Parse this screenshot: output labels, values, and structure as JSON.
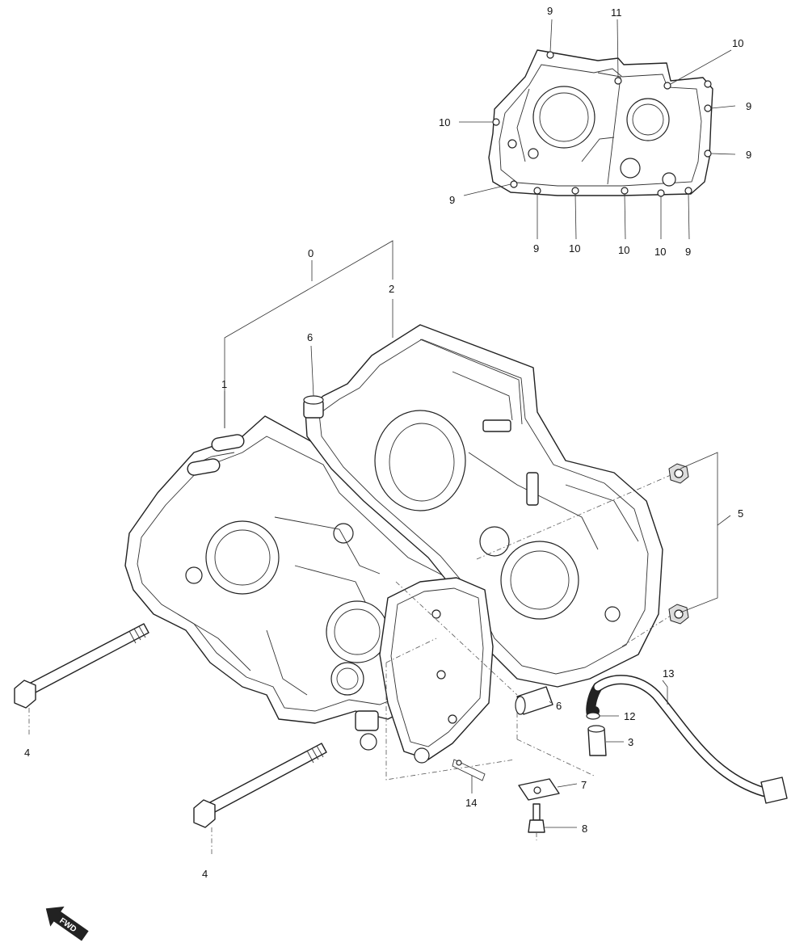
{
  "callouts": {
    "c9a": "9",
    "c11": "11",
    "c10a": "10",
    "c9b": "9",
    "c10b": "10",
    "c9c": "9",
    "c9d": "9",
    "c9e": "9",
    "c10c": "10",
    "c10d": "10",
    "c10e": "10",
    "c9f": "9",
    "c0": "0",
    "c2": "2",
    "c6a": "6",
    "c1": "1",
    "c5": "5",
    "c4a": "4",
    "c13": "13",
    "c6b": "6",
    "c12": "12",
    "c3": "3",
    "c7": "7",
    "c14": "14",
    "c8": "8",
    "c4b": "4"
  },
  "fwd_label": "FWD"
}
